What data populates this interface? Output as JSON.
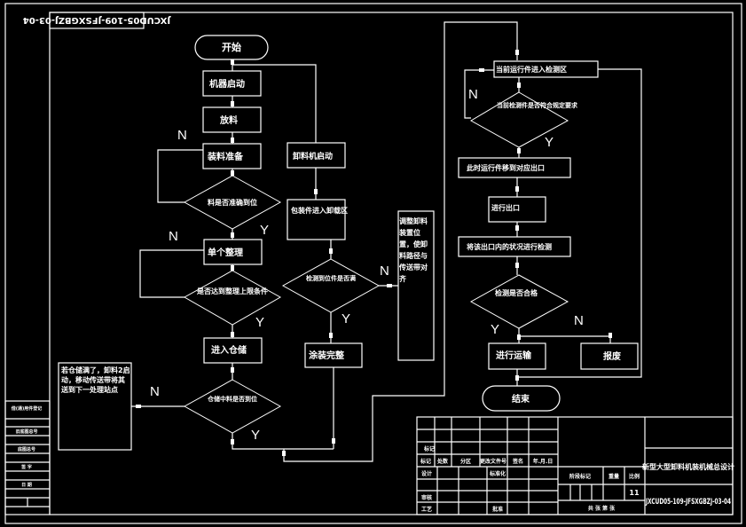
{
  "drawing": {
    "code_top_rotated": "JXCUD05-109-JFSXGBZJ-03-04",
    "code_bottom": "JXCUD05-109-JFSXGBZJ-03-04",
    "title": "新型大型卸料机装机械总设计",
    "sheet_count": "11",
    "colors": {
      "background": "#000000",
      "line": "#ffffff"
    }
  },
  "flowchart": {
    "left": {
      "start": "开始",
      "machine_start": "机器启动",
      "feed": "放料",
      "align": "装料准备",
      "decision_align": "料是否准确到位",
      "single_arrange": "单个整理",
      "decision_arrange": "是否达到整理上限条件",
      "enter_bin": "进入仓储",
      "decision_bin": "仓储中料是否到位",
      "side_note": "若仓储满了，卸料2启动，移动传送带将其送到下一处理站点"
    },
    "middle": {
      "unloader_start": "卸料机启动",
      "pack_enter": "包装件进入卸载区",
      "decision_pack": "检测到位件是否满",
      "complete": "涂装完整",
      "side_note": "调整卸料装置位置，使卸料路径与传送带对齐"
    },
    "right": {
      "item_enter": "当前运行件进入检测区",
      "decision_detect": "当前检测件是否符合规定要求",
      "move_to_exit": "此时运行件移到对应出口",
      "exit_port": "进行出口",
      "check_exit": "将该出口内的状况进行检测",
      "decision_defect": "检测是否合格",
      "proceed": "进行运输",
      "discard": "报废",
      "end": "结束"
    },
    "labels": {
      "yes": "Y",
      "no": "N"
    }
  },
  "title_block": {
    "rows": [
      "",
      "",
      "标记",
      "设计",
      "审核",
      "",
      "工艺",
      ""
    ],
    "header_row": [
      "标记",
      "处数",
      "分区",
      "更改文件号",
      "签名",
      "年.月.日"
    ],
    "approve": "批准",
    "standard": "标准化",
    "stage_label": "阶段标记",
    "weight_label": "重量",
    "scale_label": "比例",
    "sheet_label": "共 张 第 张"
  },
  "side_strip": {
    "items": [
      "借(通)用件登记",
      "旧底图总号",
      "底图总号",
      "签 字",
      "日 期"
    ]
  }
}
